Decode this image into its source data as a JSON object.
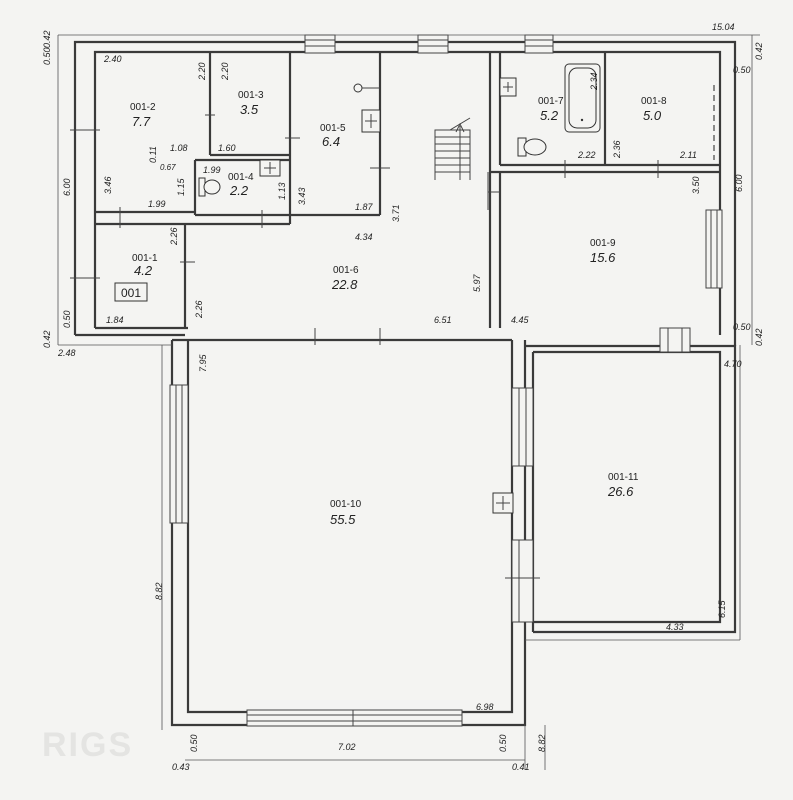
{
  "rooms": [
    {
      "id": "001-1",
      "area": "4.2"
    },
    {
      "id": "001-2",
      "area": "7.7"
    },
    {
      "id": "001-3",
      "area": "3.5"
    },
    {
      "id": "001-4",
      "area": "2.2"
    },
    {
      "id": "001-5",
      "area": "6.4"
    },
    {
      "id": "001-6",
      "area": "22.8"
    },
    {
      "id": "001-7",
      "area": "5.2"
    },
    {
      "id": "001-8",
      "area": "5.0"
    },
    {
      "id": "001-9",
      "area": "15.6"
    },
    {
      "id": "001-10",
      "area": "55.5"
    },
    {
      "id": "001-11",
      "area": "26.6"
    }
  ],
  "unit_label": "001",
  "dimensions": {
    "d_15_04": "15.04",
    "d_0_42_tl": "0.42",
    "d_0_42_tr": "0.42",
    "d_0_50_l": "0.50",
    "d_0_50_r": "0.50",
    "d_6_00_l": "6.00",
    "d_6_00_r": "6.00",
    "d_2_40": "2.40",
    "d_2_20_a": "2.20",
    "d_2_20_b": "2.20",
    "d_1_08": "1.08",
    "d_1_60": "1.60",
    "d_0_11": "0.11",
    "d_0_67": "0.67",
    "d_3_46": "3.46",
    "d_1_15": "1.15",
    "d_1_99_a": "1.99",
    "d_1_99_b": "1.99",
    "d_1_13": "1.13",
    "d_3_43": "3.43",
    "d_1_87": "1.87",
    "d_3_71": "3.71",
    "d_4_34": "4.34",
    "d_2_26_a": "2.26",
    "d_2_26_b": "2.26",
    "d_1_84": "1.84",
    "d_5_97": "5.97",
    "d_6_51": "6.51",
    "d_4_45": "4.45",
    "d_2_34": "2.34",
    "d_2_22": "2.22",
    "d_2_36": "2.36",
    "d_2_11": "2.11",
    "d_3_50": "3.50",
    "d_0_50_bl": "0.50",
    "d_0_42_bl": "0.42",
    "d_2_48": "2.48",
    "d_0_50_br": "0.50",
    "d_0_42_br": "0.42",
    "d_4_70": "4.70",
    "d_7_95": "7.95",
    "d_8_82_l": "8.82",
    "d_8_82_r": "8.82",
    "d_6_98": "6.98",
    "d_7_02": "7.02",
    "d_0_50_b1": "0.50",
    "d_0_50_b2": "0.50",
    "d_0_43": "0.43",
    "d_0_41": "0.41",
    "d_4_33": "4.33",
    "d_6_15": "6.15"
  },
  "watermark": "RIGS"
}
